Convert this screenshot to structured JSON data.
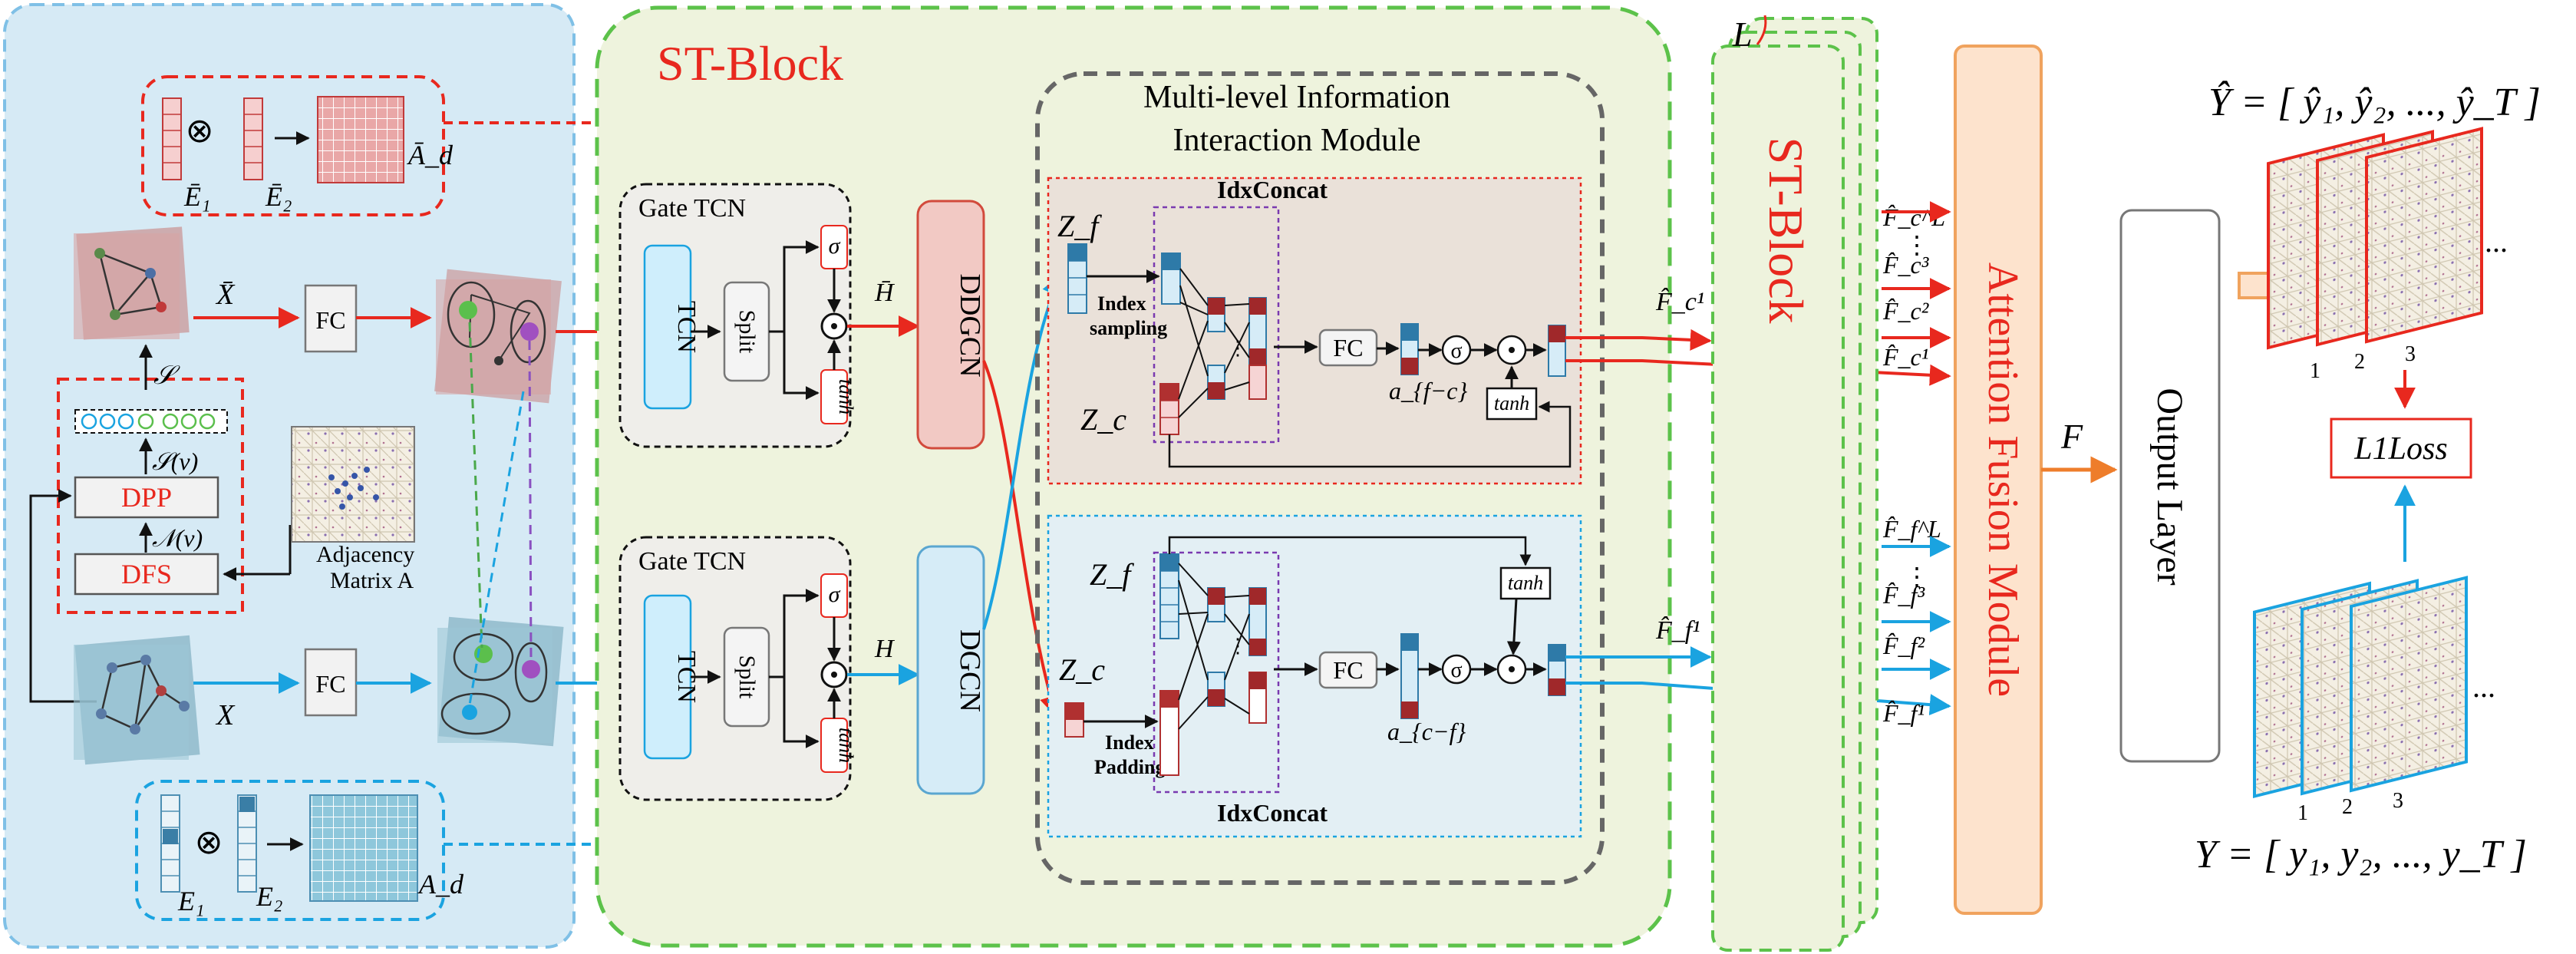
{
  "st_block": {
    "title": "ST-Block",
    "stack_label": "ST-Block",
    "stack_count": "L"
  },
  "mim": {
    "title_line1": "Multi-level Information",
    "title_line2": "Interaction Module",
    "idxconcat_top": "IdxConcat",
    "idxconcat_bottom": "IdxConcat",
    "index_sampling_1": "Index",
    "index_sampling_2": "sampling",
    "index_padding_1": "Index",
    "index_padding_2": "Padding",
    "fc": "FC",
    "sigma": "σ",
    "tanh": "tanh",
    "z_f": "Z_f",
    "z_c": "Z_c",
    "a_fc": "a_{f−c}",
    "a_cf": "a_{c−f}"
  },
  "gate_tcn": {
    "title": "Gate TCN",
    "tcn": "TCN",
    "split": "Split",
    "sigma": "σ",
    "tanh": "tanh"
  },
  "left_panel": {
    "fc": "FC",
    "dpp": "DPP",
    "dfs": "DFS",
    "adjacency_1": "Adjacency",
    "adjacency_2": "Matrix A",
    "x_bar": "X̄",
    "x": "X",
    "s": "𝒮",
    "s_v": "𝒮(v)",
    "n_v": "𝒩(v)",
    "e1_bar": "Ē₁",
    "e2_bar": "Ē₂",
    "a_d_bar": "Ā_d",
    "e1": "E₁",
    "e2": "E₂",
    "a_d": "A_d",
    "otimes": "⊗"
  },
  "gcn": {
    "ddgcn": "DDGCN",
    "dgcn": "DGCN",
    "h_bar": "H̄",
    "h": "H"
  },
  "fusion": {
    "attention": "Attention Fusion Module",
    "output_layer": "Output Layer",
    "f": "F",
    "f_c_1": "F̂_c¹",
    "f_f_1": "F̂_f¹",
    "fc_labels": [
      "F̂_c^L",
      "F̂_c³",
      "F̂_c²",
      "F̂_c¹"
    ],
    "ff_labels": [
      "F̂_f^L",
      "F̂_f³",
      "F̂_f²",
      "F̂_f¹"
    ],
    "dots": "⋮"
  },
  "output": {
    "y_hat": "Ŷ = [ ŷ₁, ŷ₂, ..., ŷ_T ]",
    "y": "Y = [ y₁, y₂, ..., y_T ]",
    "loss": "L1Loss",
    "frame_labels_top": [
      "1",
      "2",
      "3"
    ],
    "frame_labels_bottom": [
      "1",
      "2",
      "3"
    ],
    "ellipsis": "..."
  },
  "colors": {
    "left_bg": "#d6eaf5",
    "st_bg": "#eef3dd",
    "red": "#e8281e",
    "blue": "#1aa3e0",
    "green_border": "#5cc24a",
    "orange_fill": "#fde3cd",
    "orange_border": "#f0a35e"
  }
}
